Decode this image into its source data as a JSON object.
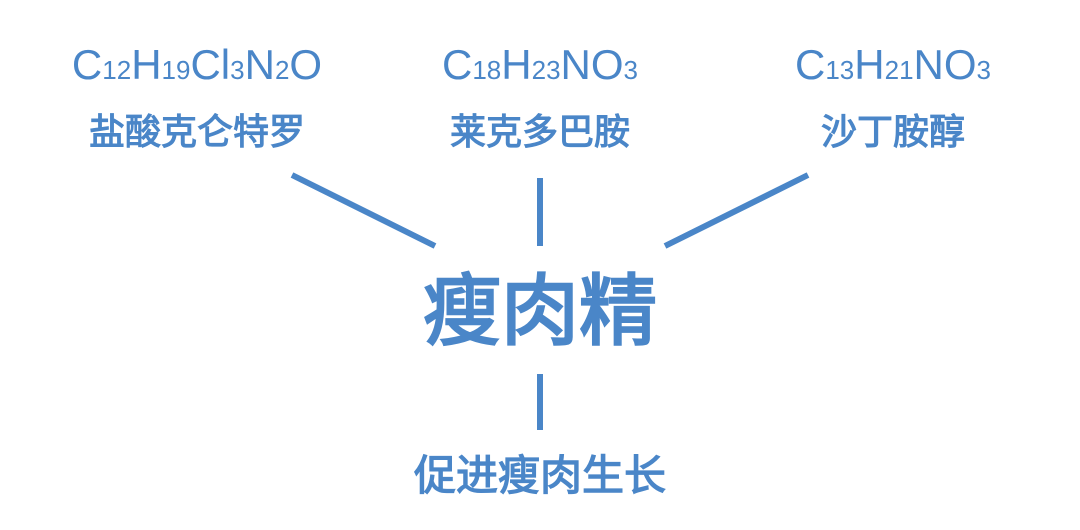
{
  "compounds": [
    {
      "formula": [
        {
          "t": "C"
        },
        {
          "s": "12"
        },
        {
          "t": "H"
        },
        {
          "s": "19"
        },
        {
          "t": "Cl"
        },
        {
          "s": "3"
        },
        {
          "t": "N"
        },
        {
          "s": "2"
        },
        {
          "t": "O"
        }
      ],
      "name": "盐酸克仑特罗"
    },
    {
      "formula": [
        {
          "t": "C"
        },
        {
          "s": "18"
        },
        {
          "t": "H"
        },
        {
          "s": "23"
        },
        {
          "t": "NO"
        },
        {
          "s": "3"
        }
      ],
      "name": "莱克多巴胺"
    },
    {
      "formula": [
        {
          "t": "C"
        },
        {
          "s": "13"
        },
        {
          "t": "H"
        },
        {
          "s": "21"
        },
        {
          "t": "NO"
        },
        {
          "s": "3"
        }
      ],
      "name": "沙丁胺醇"
    }
  ],
  "center": "瘦肉精",
  "effect": "促进瘦肉生长",
  "colors": {
    "primary": "#4a86c8"
  }
}
